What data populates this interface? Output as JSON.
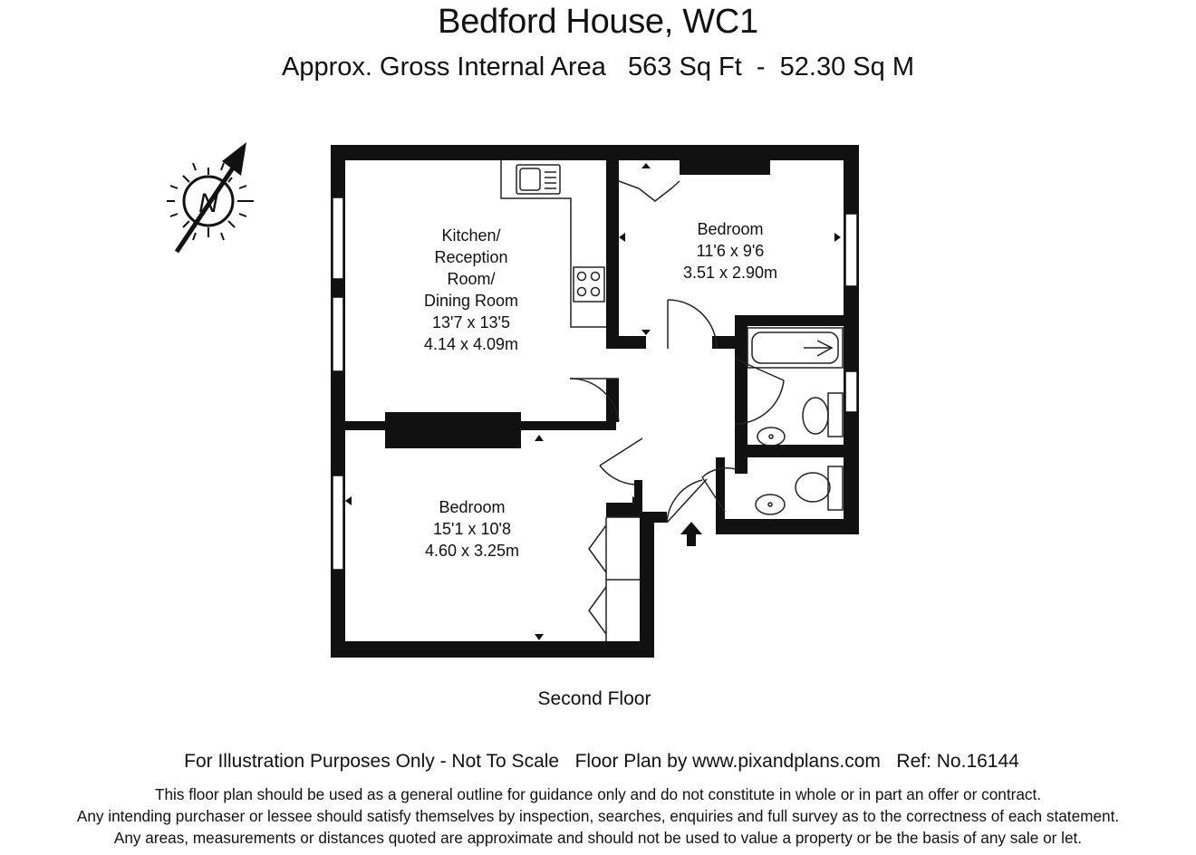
{
  "header": {
    "title": "Bedford House, WC1",
    "subtitle": "Approx. Gross Internal Area   563 Sq Ft  -  52.30 Sq M"
  },
  "compass": {
    "label": "N"
  },
  "rooms": {
    "kitchen": {
      "lines": [
        "Kitchen/",
        "Reception",
        "Room/",
        "Dining Room",
        "13'7 x 13'5",
        "4.14 x 4.09m"
      ]
    },
    "bedroom_top": {
      "lines": [
        "Bedroom",
        "11'6 x 9'6",
        "3.51 x 2.90m"
      ]
    },
    "bedroom_bottom": {
      "lines": [
        "Bedroom",
        "15'1 x 10'8",
        "4.60 x 3.25m"
      ]
    }
  },
  "floor_label": "Second Floor",
  "footer": {
    "line": "For Illustration Purposes Only - Not To Scale   Floor Plan by www.pixandplans.com   Ref: No.16144",
    "disclaimer": [
      "This floor plan should be used as a general outline for guidance only and do not constitute in whole or in part an offer or contract.",
      "Any intending purchaser or lessee should satisfy themselves by inspection, searches, enquiries and full survey as to the correctness of each statement.",
      "Any areas, measurements or distances quoted are approximate and should not be used to value a property or be the basis of any sale or let."
    ]
  },
  "colors": {
    "wall": "#111111",
    "background": "#ffffff",
    "fixture_stroke": "#222222",
    "window_fill": "#ffffff"
  }
}
